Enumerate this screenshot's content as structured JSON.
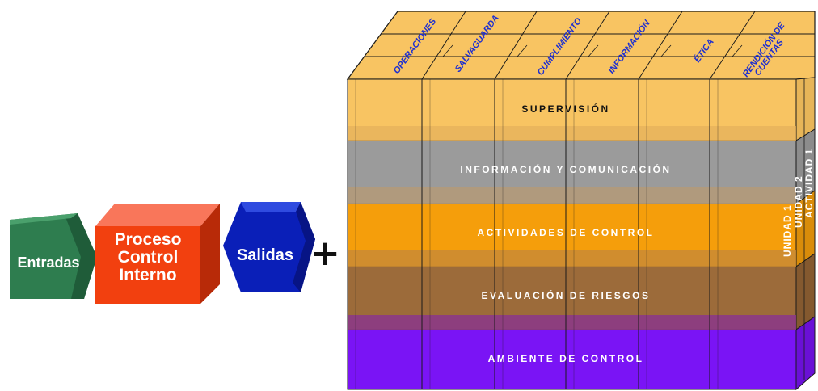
{
  "flow": {
    "inputs": "Entradas",
    "process": [
      "Proceso",
      "Control",
      "Interno"
    ],
    "outputs": "Salidas",
    "plus": "+"
  },
  "cube": {
    "top_labels": [
      "OPERACIONES",
      "SALVAGUARDA",
      "CUMPLIMIENTO",
      "INFORMACIÓN",
      "ÉTICA",
      "RENDICIÓN DE CUENTAS"
    ],
    "layers": [
      {
        "label": "SUPERVISIÓN",
        "color": "#F8C462"
      },
      {
        "label": "INFORMACIÓN Y COMUNICACIÓN",
        "color": "#9B9B9B"
      },
      {
        "label": "ACTIVIDADES DE CONTROL",
        "color": "#F59E0B"
      },
      {
        "label": "EVALUACIÓN DE RIESGOS",
        "color": "#9C6B3A"
      },
      {
        "label": "AMBIENTE DE CONTROL",
        "color": "#7A14F5"
      }
    ],
    "side_labels": [
      "UNIDAD 1",
      "UNIDAD 2",
      "ACTIVIDAD 1"
    ]
  },
  "colors": {
    "inputs": "#2E7D4F",
    "process": "#F2400F",
    "outputs": "#0A1FB8",
    "top_text": "#1E2FD0"
  }
}
